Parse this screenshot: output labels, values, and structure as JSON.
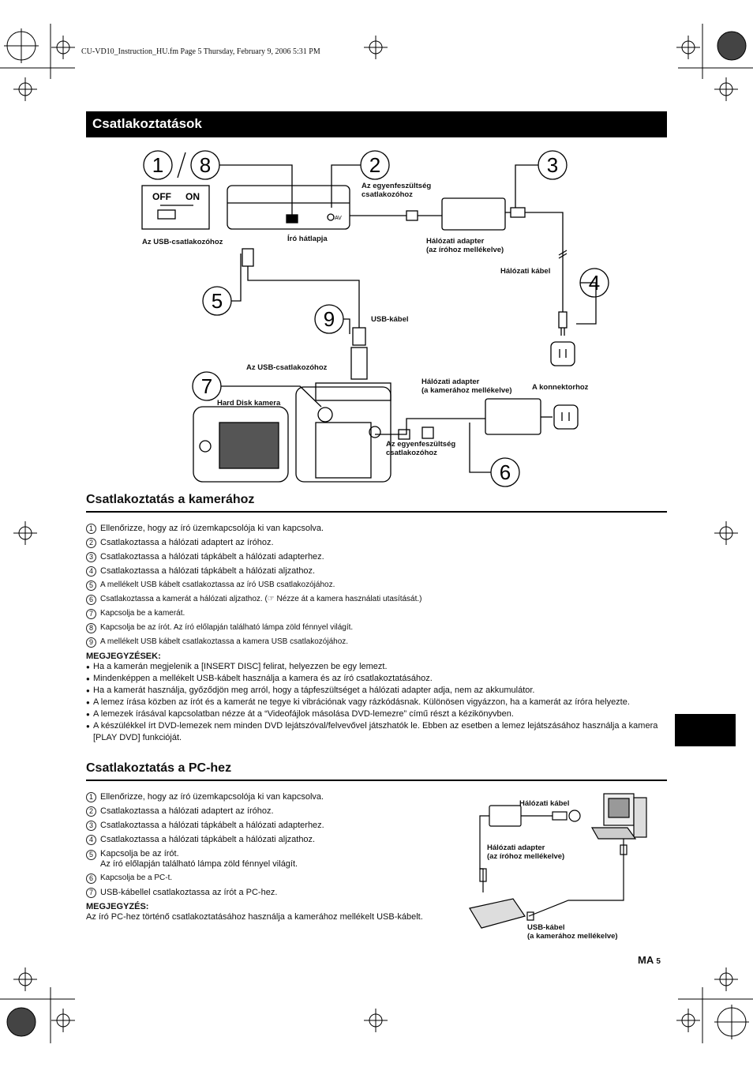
{
  "header": {
    "file_line": "CU-VD10_Instruction_HU.fm  Page 5  Thursday, February 9, 2006  5:31 PM"
  },
  "title": "Csatlakoztatások",
  "diagram": {
    "labels": {
      "off": "OFF",
      "on": "ON",
      "dc_writer": "Az egyenfeszültség\ncsatlakozóhoz",
      "usb_writer": "Az USB-csatlakozóhoz",
      "writer_back": "Író hátlapja",
      "ac_adapter_writer": "Hálózati adapter\n(az íróhoz mellékelve)",
      "power_cable": "Hálózati kábel",
      "usb_cable": "USB-kábel",
      "usb_camera": "Az USB-csatlakozóhoz",
      "ac_adapter_camera": "Hálózati adapter\n(a kamerához mellékelve)",
      "to_outlet": "A konnektorhoz",
      "hdd_camera": "Hard Disk kamera",
      "dc_camera": "Az egyenfeszültség\ncsatlakozóhoz",
      "av": "AV"
    },
    "callouts": [
      "1",
      "8",
      "2",
      "3",
      "4",
      "5",
      "9",
      "7",
      "6"
    ]
  },
  "camera_section": {
    "heading": "Csatlakoztatás a kamerához",
    "steps": [
      {
        "n": "1",
        "text": "Ellenőrizze, hogy az író üzemkapcsolója ki van kapcsolva."
      },
      {
        "n": "2",
        "text": "Csatlakoztassa a hálózati adaptert az íróhoz."
      },
      {
        "n": "3",
        "text": "Csatlakoztassa a hálózati tápkábelt a hálózati adapterhez."
      },
      {
        "n": "4",
        "text": "Csatlakoztassa a hálózati tápkábelt a hálózati aljzathoz."
      },
      {
        "n": "5",
        "text": "A mellékelt USB kábelt csatlakoztassa az író USB csatlakozójához."
      },
      {
        "n": "6",
        "text": "Csatlakoztassa a kamerát a hálózati aljzathoz. (☞ Nézze át a kamera használati utasítását.)"
      },
      {
        "n": "7",
        "text": "Kapcsolja be a kamerát."
      },
      {
        "n": "8",
        "text": "Kapcsolja be az írót. Az író előlapján található lámpa zöld fénnyel világít."
      },
      {
        "n": "9",
        "text": "A mellékelt USB kábelt csatlakoztassa a kamera USB csatlakozójához."
      }
    ],
    "notes_heading": "MEGJEGYZÉSEK:",
    "notes": [
      "Ha a kamerán megjelenik a  [INSERT DISC]  felirat, helyezzen be egy lemezt.",
      "Mindenképpen a mellékelt USB-kábelt használja a kamera és az író csatlakoztatásához.",
      "Ha a kamerát használja, győződjön meg arról, hogy a tápfeszültséget a hálózati adapter adja, nem az akkumulátor.",
      "A lemez írása közben az írót és a kamerát ne tegye ki vibrációnak vagy rázkódásnak. Különösen vigyázzon, ha a kamerát az íróra helyezte.",
      "A lemezek írásával kapcsolatban nézze át a “Videofájlok másolása DVD-lemezre” című részt a kézikönyvben.",
      "A készülékkel írt DVD-lemezek nem minden DVD lejátszóval/felvevővel játszhatók le. Ebben az esetben a lemez lejátszásához használja a kamera [PLAY DVD] funkcióját."
    ]
  },
  "pc_section": {
    "heading": "Csatlakoztatás a PC-hez",
    "steps": [
      {
        "n": "1",
        "text": "Ellenőrizze, hogy az író üzemkapcsolója ki van kapcsolva."
      },
      {
        "n": "2",
        "text": "Csatlakoztassa a hálózati adaptert az íróhoz."
      },
      {
        "n": "3",
        "text": "Csatlakoztassa a hálózati tápkábelt a hálózati adapterhez."
      },
      {
        "n": "4",
        "text": "Csatlakoztassa a hálózati tápkábelt a hálózati aljzathoz."
      },
      {
        "n": "5",
        "text": "Kapcsolja be az írót.\nAz író előlapján található lámpa zöld fénnyel világít."
      },
      {
        "n": "6",
        "text": "Kapcsolja be a PC-t."
      },
      {
        "n": "7",
        "text": "USB-kábellel csatlakoztassa az írót a PC-hez."
      }
    ],
    "note_heading": "MEGJEGYZÉS:",
    "note": "Az író PC-hez történő csatlakoztatásához használja a kamerához mellékelt USB-kábelt.",
    "diagram": {
      "power_cable": "Hálózati kábel",
      "adapter": "Hálózati adapter\n(az íróhoz mellékelve)",
      "usb_cable": "USB-kábel\n(a kamerához mellékelve)"
    }
  },
  "footer": {
    "ma": "MA",
    "page": "5"
  }
}
